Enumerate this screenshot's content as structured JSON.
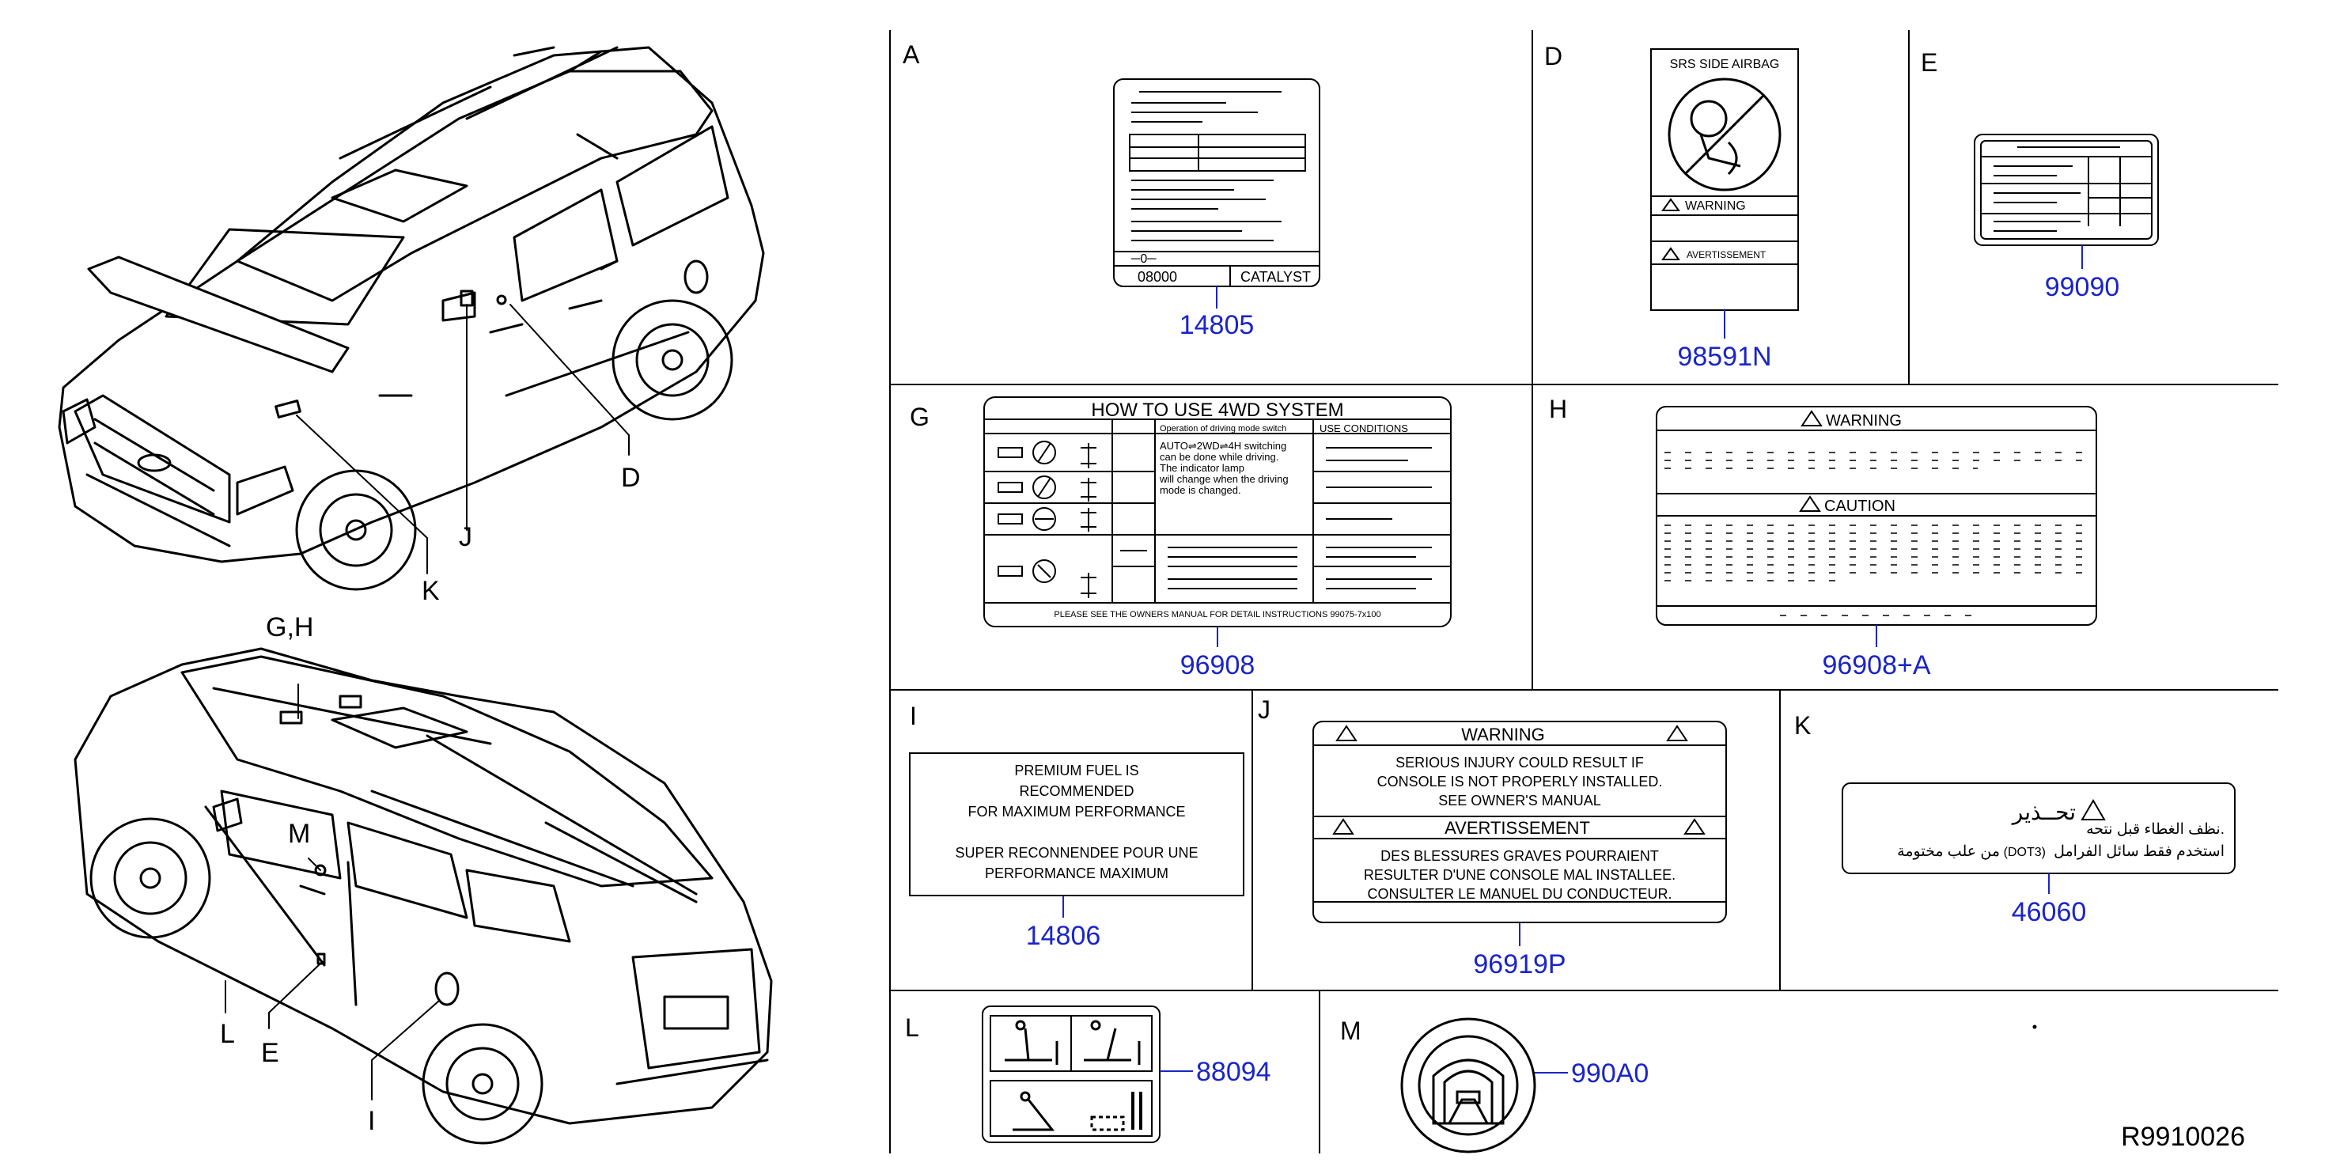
{
  "diagram_code": "R9910026",
  "callout_color": "#1a24c8",
  "vehicle_top": {
    "callouts": [
      "D",
      "J",
      "K"
    ]
  },
  "vehicle_bottom": {
    "callouts": [
      "G,H",
      "M",
      "L",
      "E",
      "I"
    ]
  },
  "panels": {
    "A": {
      "letter": "A",
      "part": "14805",
      "code": "08000",
      "catalyst": "CATALYST"
    },
    "D": {
      "letter": "D",
      "part": "98591N",
      "title": "SRS    SIDE    AIRBAG",
      "warning": "WARNING",
      "avertissement": "AVERTISSEMENT"
    },
    "E": {
      "letter": "E",
      "part": "99090"
    },
    "G": {
      "letter": "G",
      "part": "96908",
      "title": "HOW  TO  USE  4WD  SYSTEM",
      "col_operation": "Operation    of    driving    mode    switch",
      "col_use": "USE    CONDITIONS",
      "note_lines": [
        "AUTO⇌2WD⇌4H    switching",
        "can    be    done    while driving.",
        "The indicator    lamp",
        "will change      when      the driving",
        "mode is changed."
      ],
      "footer": "PLEASE    SEE    THE    OWNERS    MANUAL    FOR    DETAIL    INSTRUCTIONS  99075-7x100"
    },
    "H": {
      "letter": "H",
      "part": "96908+A",
      "warning": "WARNING",
      "caution": "CAUTION"
    },
    "I": {
      "letter": "I",
      "part": "14806",
      "lines": [
        "PREMIUM    FUEL    IS",
        "RECOMMENDED",
        "FOR    MAXIMUM    PERFORMANCE",
        "SUPER    RECONNENDEE    POUR    UNE",
        "PERFORMANCE    MAXIMUM"
      ]
    },
    "J": {
      "letter": "J",
      "part": "96919P",
      "warning": "WARNING",
      "avertissement": "AVERTISSEMENT",
      "en_lines": [
        "SERIOUS    INJURY    COULD    RESULT    IF",
        "CONSOLE    IS    NOT    PROPERLY    INSTALLED.",
        "SEE    OWNER'S    MANUAL"
      ],
      "fr_lines": [
        "DES    BLESSURES    GRAVES    POURRAIENT",
        "RESULTER    D'UNE    CONSOLE    MAL    INSTALLEE.",
        "CONSULTER    LE    MANUEL    DU    CONDUCTEUR."
      ]
    },
    "K": {
      "letter": "K",
      "part": "46060",
      "title_ar": "تحــذير",
      "line1_ar": "نظف الغطاء قبل نتحه.",
      "line2_ar": "استخدم فقط سائل الفرامل",
      "dot": "(DOT3)",
      "line2b_ar": "من علب مختومة"
    },
    "L": {
      "letter": "L",
      "part": "88094"
    },
    "M": {
      "letter": "M",
      "part": "990A0"
    }
  }
}
